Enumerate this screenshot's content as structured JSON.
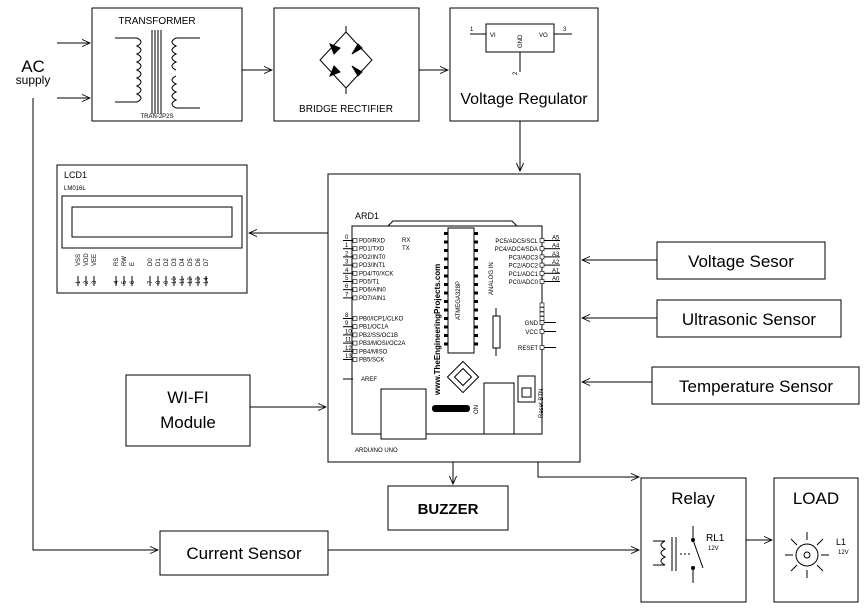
{
  "ac_supply": {
    "title": "AC",
    "subtitle": "supply"
  },
  "transformer": {
    "title": "TRANSFORMER",
    "part": "TRAN-2P2S"
  },
  "bridge": {
    "label": "BRIDGE RECTIFIER"
  },
  "regulator": {
    "label": "Voltage Regulator",
    "pin_in": "VI",
    "pin_out": "VO",
    "pin_gnd": "GND",
    "n1": "1",
    "n2": "2",
    "n3": "3"
  },
  "lcd": {
    "title": "LCD1",
    "part": "LM016L",
    "pins": [
      "VSS",
      "VDD",
      "VEE",
      "RS",
      "RW",
      "E",
      "D0",
      "D1",
      "D2",
      "D3",
      "D4",
      "D5",
      "D6",
      "D7"
    ],
    "nums": [
      "1",
      "2",
      "3",
      "4",
      "5",
      "6",
      "7",
      "8",
      "9",
      "10",
      "11",
      "12",
      "13",
      "14"
    ]
  },
  "arduino": {
    "title": "ARD1",
    "footer": "ARDUINO UNO",
    "website": "www.TheEngineeringProjects.com",
    "analog_label": "ANALOG IN",
    "chip": "ATMEGA328P",
    "on_label": "ON",
    "reset_btn": "Reset BTN",
    "left_pins": [
      "PD0/RXD",
      "PD1/TXD",
      "PD2/INT0",
      "PD3/INT1",
      "PD4/T0/XCK",
      "PD5/T1",
      "PD6/AIN0",
      "PD7/AIN1"
    ],
    "left_pins2": [
      "PB0/ICP1/CLKO",
      "PB1/OC1A",
      "PB2/SS/OC1B",
      "PB3/MOSI/OC2A",
      "PB4/MISO",
      "PB5/SCK"
    ],
    "aref": "AREF",
    "left_nums": [
      "0",
      "1",
      "2",
      "3",
      "4",
      "5",
      "6",
      "7"
    ],
    "left_nums2": [
      "8",
      "9",
      "10",
      "11",
      "12",
      "13"
    ],
    "right_pins": [
      "PC5/ADC5/SCL",
      "PC4/ADC4/SDA",
      "PC3/ADC3",
      "PC2/ADC2",
      "PC1/ADC1",
      "PC0/ADC0"
    ],
    "right_nums": [
      "A5",
      "A4",
      "A3",
      "A2",
      "A1",
      "A0"
    ],
    "gnd": "GND",
    "vcc": "VCC",
    "reset": "RESET",
    "rx": "RX",
    "tx": "TX"
  },
  "sensors": {
    "voltage": "Voltage Sesor",
    "ultrasonic": "Ultrasonic Sensor",
    "temperature": "Temperature Sensor",
    "current": "Current Sensor"
  },
  "wifi": {
    "line1": "WI-FI",
    "line2": "Module"
  },
  "buzzer": {
    "label": "BUZZER"
  },
  "relay": {
    "label": "Relay",
    "part": "RL1",
    "rating": "12V"
  },
  "load": {
    "label": "LOAD",
    "part": "L1",
    "rating": "12V"
  }
}
